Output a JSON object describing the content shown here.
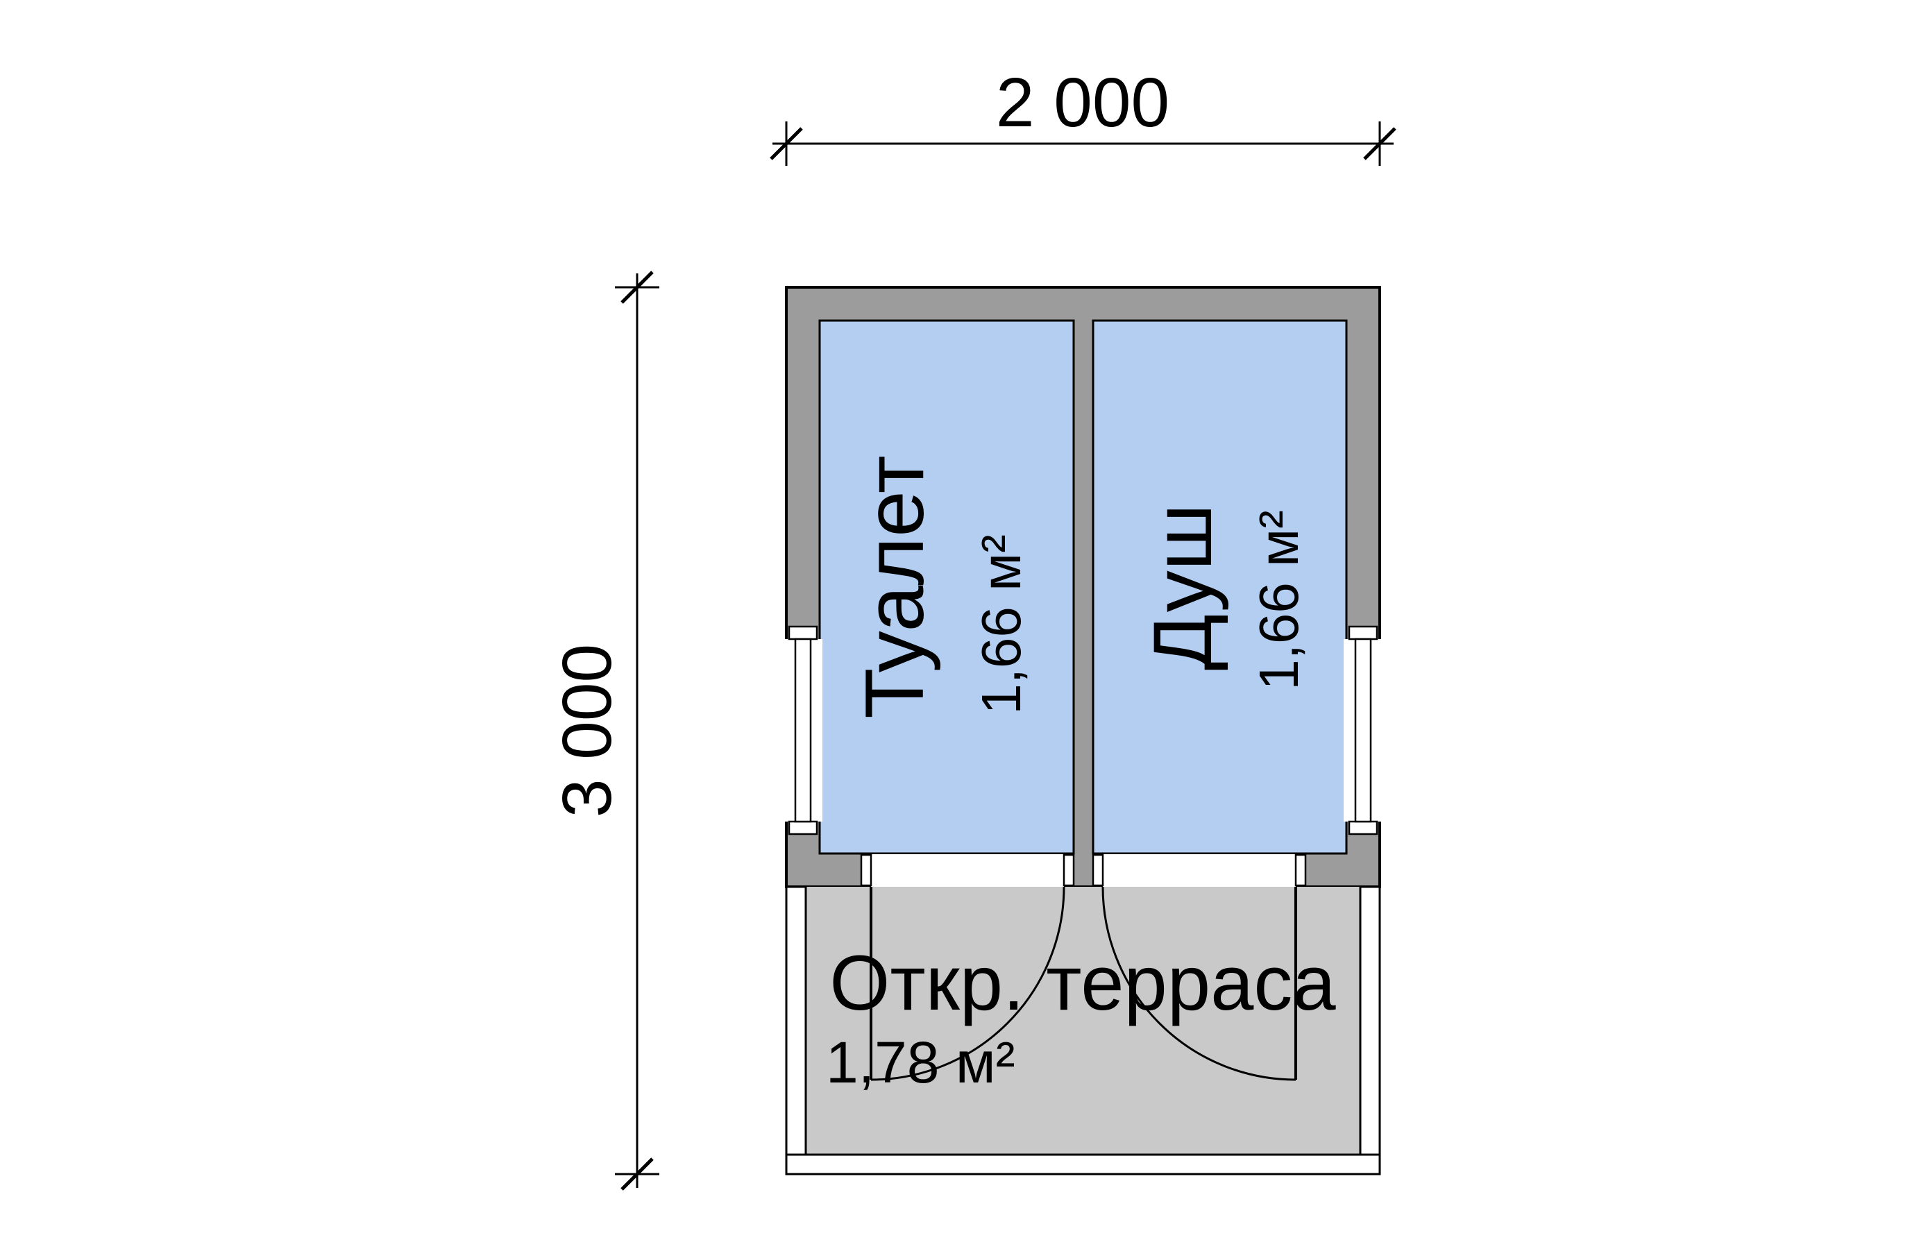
{
  "drawing": {
    "dimensions": {
      "width": "2 000",
      "height": "3 000"
    },
    "rooms": {
      "toilet": {
        "name": "Туалет",
        "area": "1,66 м²"
      },
      "shower": {
        "name": "Душ",
        "area": "1,66 м²"
      },
      "terrace": {
        "name": "Откр. терраса",
        "area": "1,78 м²"
      }
    },
    "colors": {
      "room_fill": "#b4cef2",
      "wall_fill": "#9c9c9c",
      "terrace_floor": "#c9c9c9",
      "line": "#000000"
    }
  }
}
